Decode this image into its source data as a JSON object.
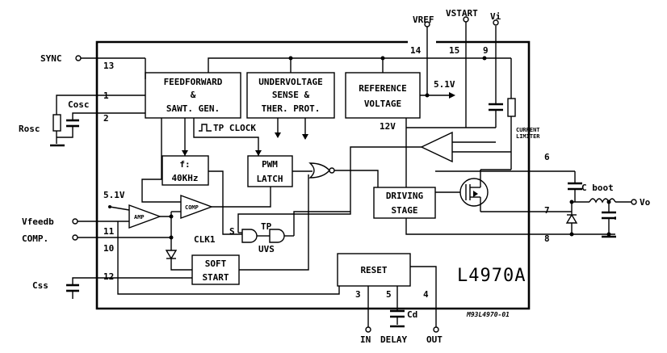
{
  "chip_name": "L4970A",
  "figure_code": "M93L4970-01",
  "external_labels": {
    "sync": "SYNC",
    "rosc": "Rosc",
    "cosc": "Cosc",
    "vfeedb": "Vfeedb",
    "comp": "COMP.",
    "css": "Css",
    "vref": "VREF",
    "vstart": "VSTART",
    "vi": "Vi",
    "vo": "Vo",
    "cboot": "C boot",
    "current_limiter_1": "CURRENT",
    "current_limiter_2": "LIMITER",
    "in": "IN",
    "delay": "DELAY",
    "out": "OUT",
    "cd": "Cd"
  },
  "pins": {
    "p1": "1",
    "p2": "2",
    "p3": "3",
    "p4": "4",
    "p5": "5",
    "p6": "6",
    "p7": "7",
    "p8": "8",
    "p9": "9",
    "p10": "10",
    "p11": "11",
    "p12": "12",
    "p13": "13",
    "p14": "14",
    "p15": "15"
  },
  "blocks": {
    "feedforward_1": "FEEDFORWARD",
    "feedforward_2": "&",
    "feedforward_3": "SAWT. GEN.",
    "uv_1": "UNDERVOLTAGE",
    "uv_2": "SENSE &",
    "uv_3": "THER. PROT.",
    "ref_1": "REFERENCE",
    "ref_2": "VOLTAGE",
    "div_1": "f:",
    "div_2": "40KHz",
    "pwm_1": "PWM",
    "pwm_2": "LATCH",
    "drv_1": "DRIVING",
    "drv_2": "STAGE",
    "soft_1": "SOFT",
    "soft_2": "START",
    "reset": "RESET",
    "amp": "AMP",
    "compar": "COMP"
  },
  "signals": {
    "v51_top": "5.1V",
    "v51_left": "5.1V",
    "v12": "12V",
    "tp_clock": "TP CLOCK",
    "clk1": "CLK1",
    "s": "S",
    "tp": "TP",
    "uvs": "UVS"
  }
}
